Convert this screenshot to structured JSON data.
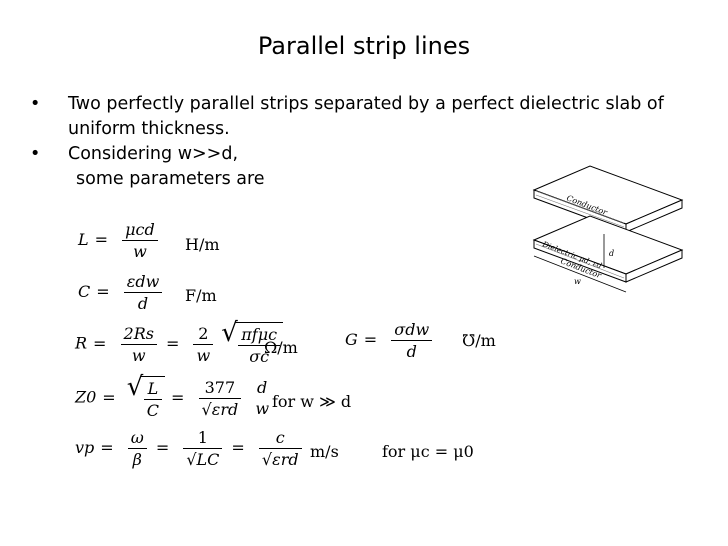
{
  "slide": {
    "title": "Parallel strip lines",
    "bullets": [
      "Two perfectly parallel strips separated by a perfect dielectric slab of uniform thickness.",
      "Considering w>>d,"
    ],
    "bullet_symbol": "•",
    "subline": "some parameters are"
  },
  "equations": {
    "L": {
      "lhs": "L",
      "num": "μcd",
      "den": "w",
      "unit": "H/m"
    },
    "C": {
      "lhs": "C",
      "num": "εdw",
      "den": "d",
      "unit": "F/m"
    },
    "R": {
      "lhs": "R",
      "num1": "2Rs",
      "den1": "w",
      "num2": "2",
      "den2": "w",
      "sqrt_num": "πfμc",
      "sqrt_den": "σc",
      "unit": "Ω/m"
    },
    "G": {
      "lhs": "G",
      "num": "σdw",
      "den": "d",
      "unit": "℧/m"
    },
    "Z0": {
      "lhs": "Z0",
      "sqrt_num": "L",
      "sqrt_den": "C",
      "num": "377",
      "den": "εrd",
      "num2": "d",
      "den2": "w",
      "condition": "for w ≫ d"
    },
    "vp": {
      "lhs": "vp",
      "num1": "ω",
      "den1": "β",
      "num2": "1",
      "den2": "LC",
      "num3": "c",
      "den3": "εrd",
      "unit": "m/s",
      "condition": "for μc = μ0"
    }
  },
  "figure": {
    "top_label": "Conductor",
    "middle_label": "Dielectric μd, εd",
    "bottom_label": "Conductor",
    "thickness_label": "d",
    "width_label": "w"
  }
}
